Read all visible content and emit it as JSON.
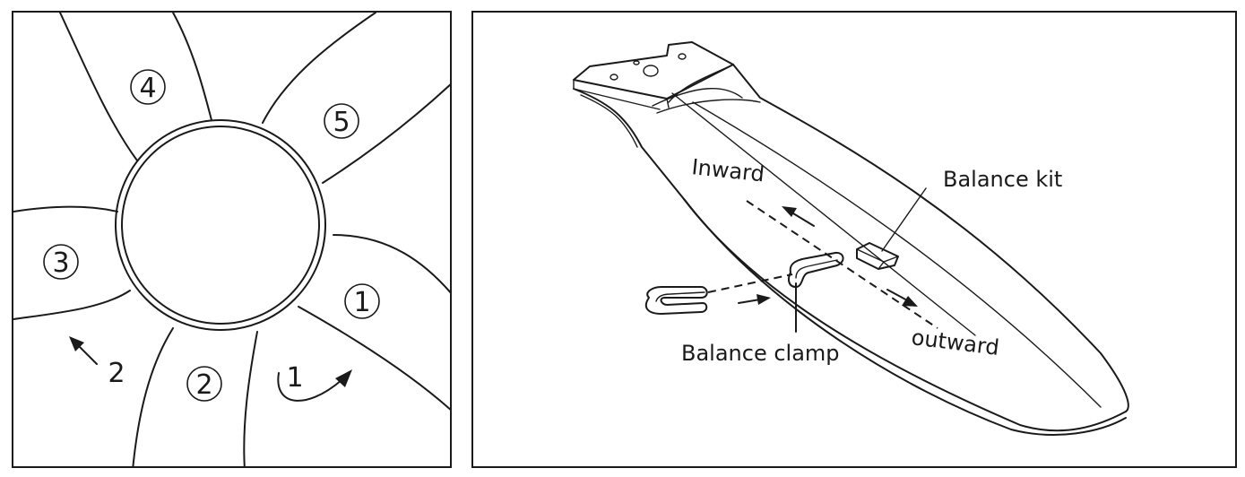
{
  "left_panel": {
    "blades": [
      {
        "number": "1"
      },
      {
        "number": "2"
      },
      {
        "number": "3"
      },
      {
        "number": "4"
      },
      {
        "number": "5"
      }
    ],
    "step_labels": {
      "step_1": "1",
      "step_2": "2"
    }
  },
  "right_panel": {
    "labels": {
      "inward": "Inward",
      "outward": "outward",
      "balance_kit": "Balance kit",
      "balance_clamp": "Balance clamp"
    }
  },
  "colors": {
    "line": "#1a1a1a",
    "background": "#ffffff"
  }
}
